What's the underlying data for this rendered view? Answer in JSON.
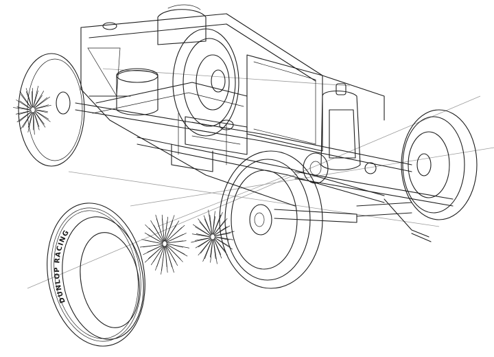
{
  "drawing": {
    "colors": {
      "ink": "#1c1c1c",
      "ghost": "#9a9a9a",
      "paper": "#ffffff"
    },
    "tire_lettering": "DUNLOP RACING",
    "components": [
      "body-shell",
      "radiator",
      "chassis-frame",
      "engine-block",
      "fuel-tank",
      "front-axle",
      "rear-wheel-left",
      "rear-wheel-right",
      "front-wheel-left",
      "front-wheel-right",
      "loose-tire",
      "wire-spoke-set-rear",
      "wire-spoke-set-front",
      "steering-column"
    ]
  }
}
